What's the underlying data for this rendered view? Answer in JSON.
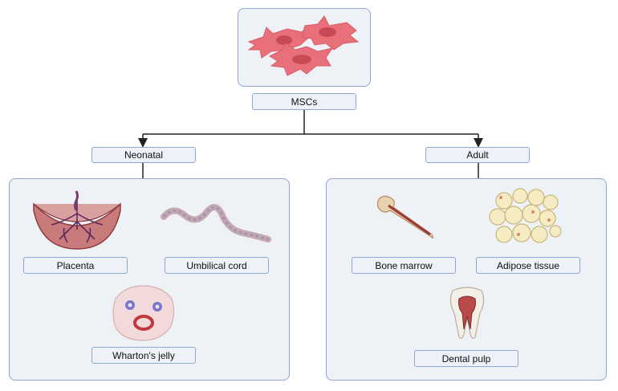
{
  "root": {
    "label": "MSCs",
    "icon": "msc-cells-icon"
  },
  "groups": [
    {
      "label": "Neonatal",
      "items": [
        {
          "label": "Placenta",
          "icon": "placenta-icon"
        },
        {
          "label": "Umbilical cord",
          "icon": "umbilical-cord-icon"
        },
        {
          "label": "Wharton's jelly",
          "icon": "whartons-jelly-icon"
        }
      ]
    },
    {
      "label": "Adult",
      "items": [
        {
          "label": "Bone marrow",
          "icon": "bone-marrow-icon"
        },
        {
          "label": "Adipose tissue",
          "icon": "adipose-tissue-icon"
        },
        {
          "label": "Dental pulp",
          "icon": "dental-pulp-icon"
        }
      ]
    }
  ],
  "colors": {
    "border": "#8fa8cf",
    "panel_fill": "#eef1f6",
    "cell_pink": "#e8707a",
    "nucleus": "#c84a55",
    "connector": "#222222"
  }
}
